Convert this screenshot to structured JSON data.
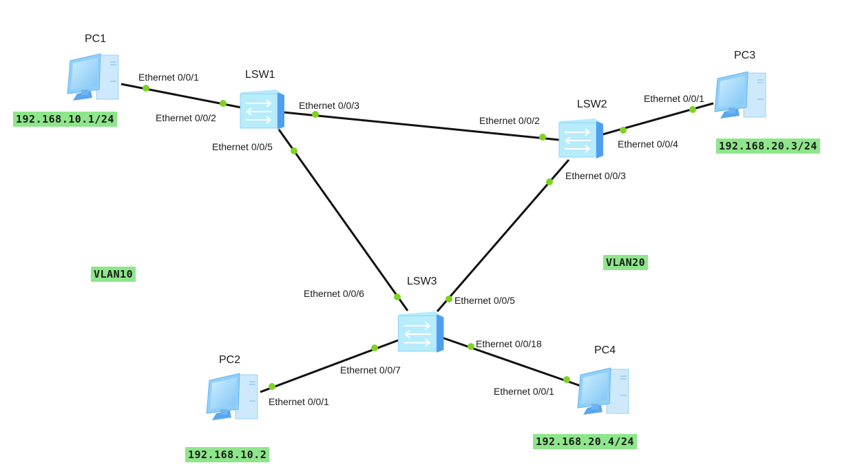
{
  "devices": {
    "pc1": {
      "name": "PC1",
      "ip": "192.168.10.1/24"
    },
    "pc2": {
      "name": "PC2",
      "ip": "192.168.10.2"
    },
    "pc3": {
      "name": "PC3",
      "ip": "192.168.20.3/24"
    },
    "pc4": {
      "name": "PC4",
      "ip": "192.168.20.4/24"
    },
    "lsw1": {
      "name": "LSW1"
    },
    "lsw2": {
      "name": "LSW2"
    },
    "lsw3": {
      "name": "LSW3"
    }
  },
  "ports": {
    "pc1_e1": "Ethernet 0/0/1",
    "lsw1_e2": "Ethernet 0/0/2",
    "lsw1_e3": "Ethernet 0/0/3",
    "lsw1_e5": "Ethernet 0/0/5",
    "lsw2_e2": "Ethernet 0/0/2",
    "lsw2_e4": "Ethernet 0/0/4",
    "lsw2_e3": "Ethernet 0/0/3",
    "pc3_e1": "Ethernet 0/0/1",
    "lsw3_e6": "Ethernet 0/0/6",
    "lsw3_e5": "Ethernet 0/0/5",
    "lsw3_e7": "Ethernet 0/0/7",
    "lsw3_e18": "Ethernet 0/0/18",
    "pc2_e1": "Ethernet 0/0/1",
    "pc4_e1": "Ethernet 0/0/1"
  },
  "vlans": {
    "vlan10": "VLAN10",
    "vlan20": "VLAN20"
  },
  "colors": {
    "link": "#111111",
    "port_dot": "#7ed321",
    "tag_bg": "#8ee68a"
  }
}
